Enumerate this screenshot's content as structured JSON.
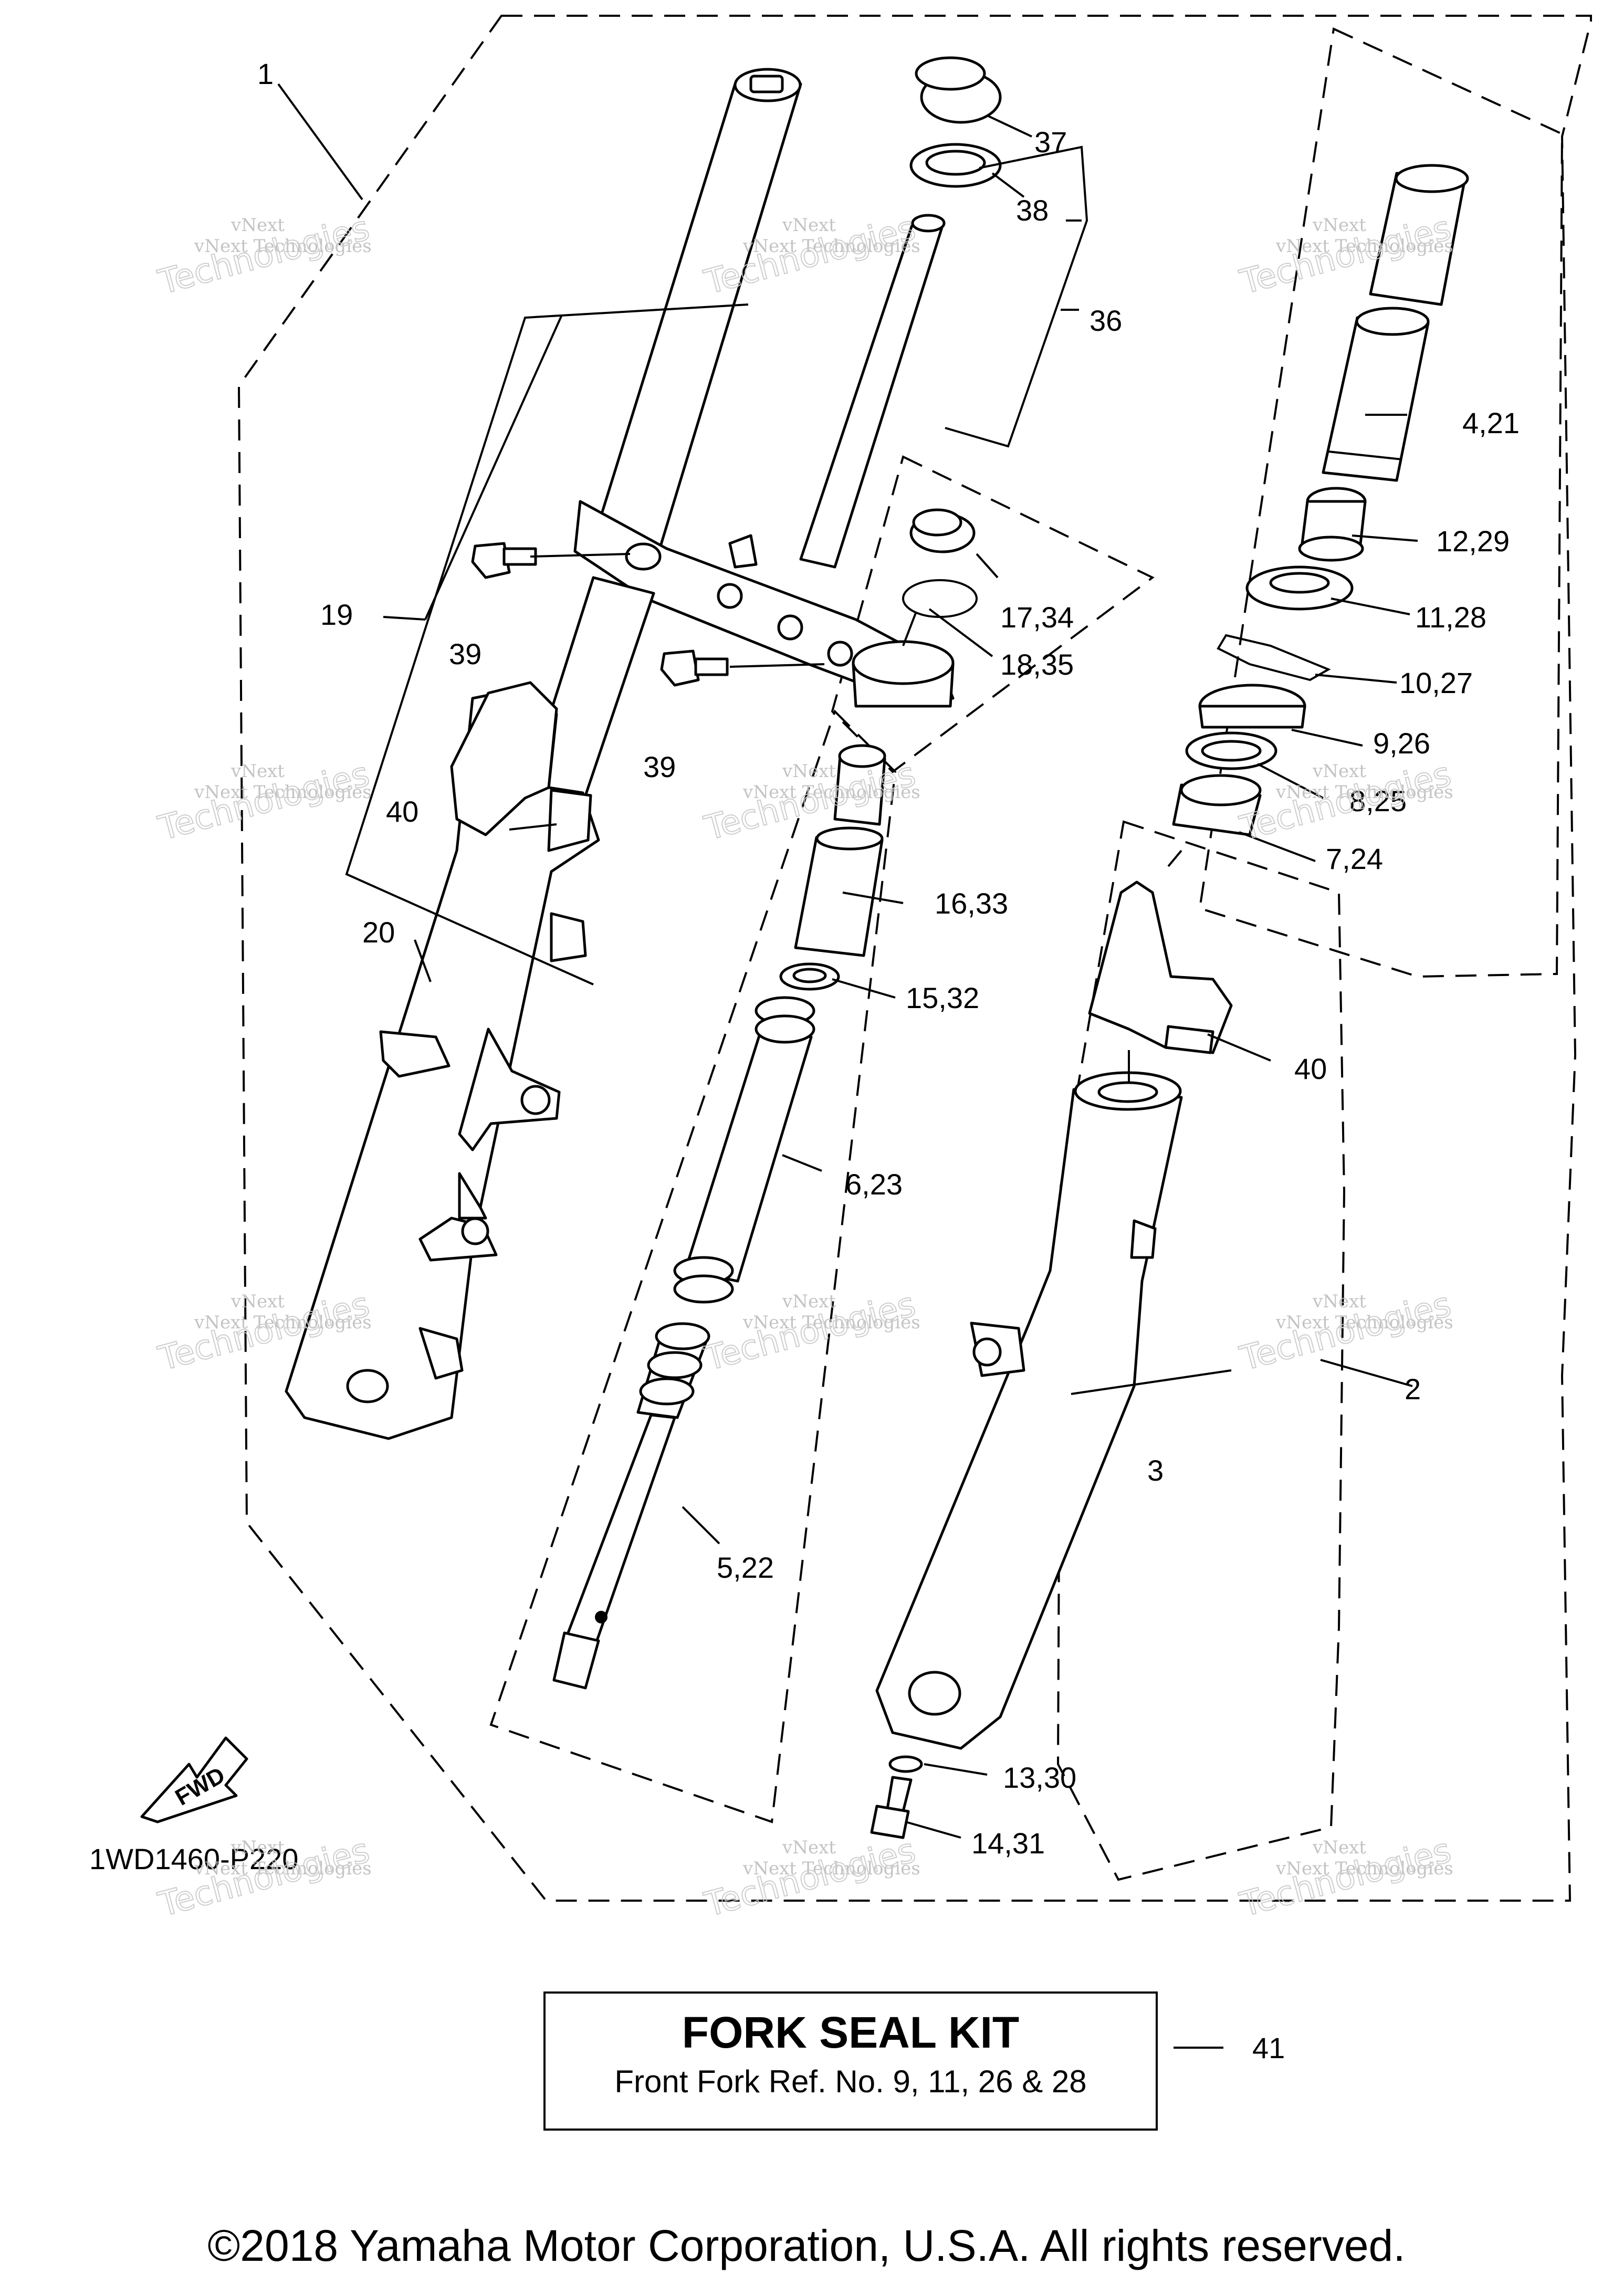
{
  "diagram_code": "1WD1460-P220",
  "fwd_label": "FWD",
  "callouts": {
    "c1": "1",
    "c2": "2",
    "c3": "3",
    "c4_21": "4,21",
    "c5_22": "5,22",
    "c6_23": "6,23",
    "c7_24": "7,24",
    "c8_25": "8,25",
    "c9_26": "9,26",
    "c10_27": "10,27",
    "c11_28": "11,28",
    "c12_29": "12,29",
    "c13_30": "13,30",
    "c14_31": "14,31",
    "c15_32": "15,32",
    "c16_33": "16,33",
    "c17_34": "17,34",
    "c18_35": "18,35",
    "c19": "19",
    "c20": "20",
    "c36": "36",
    "c37": "37",
    "c38": "38",
    "c39a": "39",
    "c39b": "39",
    "c40a": "40",
    "c40b": "40",
    "c41": "41"
  },
  "watermark": {
    "line1": "vNext",
    "line2": "vNext Technologies",
    "big": "Technologies"
  },
  "kit": {
    "title": "FORK SEAL KIT",
    "description": "Front Fork Ref. No. 9, 11, 26 & 28"
  },
  "copyright": "©2018 Yamaha Motor Corporation, U.S.A. All rights reserved."
}
